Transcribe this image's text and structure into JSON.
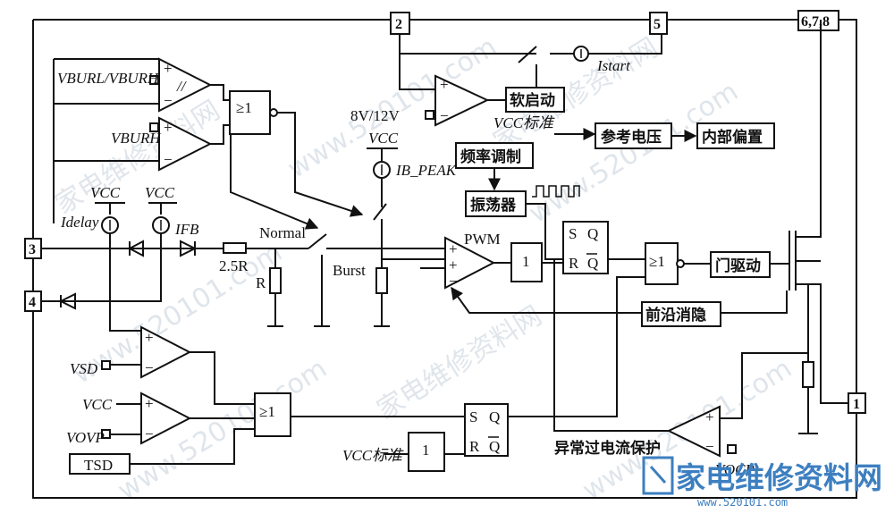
{
  "pins": {
    "p2": "2",
    "p5": "5",
    "p678": "6,7,8",
    "p3": "3",
    "p4": "4",
    "p1": "1"
  },
  "blocks": {
    "soft_start": "软启动",
    "freq_mod": "频率调制",
    "oscillator": "振荡器",
    "ref_voltage": "参考电压",
    "internal_bias": "内部偏置",
    "gate_drive": "门驱动",
    "leading_edge_blank": "前沿消隐",
    "abnormal_ocp": "异常过电流保护",
    "tsd": "TSD"
  },
  "gates": {
    "or": "≥1",
    "not": "1"
  },
  "flipflop": {
    "s": "S",
    "r": "R",
    "q": "Q",
    "qbar": "Q"
  },
  "labels": {
    "v_burl_burh": "VBURL/VBURH",
    "v_burh": "VBURH",
    "v_8_12": "8V/12V",
    "vcc_std": "VCC标准",
    "vcc": "VCC",
    "i_b_peak": "IB_PEAK",
    "i_start": "Istart",
    "i_delay": "Idelay",
    "i_fb": "IFB",
    "normal": "Normal",
    "burst": "Burst",
    "pwm": "PWM",
    "r25": "2.5R",
    "r": "R",
    "v_sd": "VSD",
    "v_ovp": "VOVP",
    "v_ocp": "VOCP",
    "plus": "+",
    "minus": "−"
  },
  "watermark": {
    "site": "www.520101.com",
    "site_cn": "家电维修资料网",
    "logo": "家电维修资料网",
    "logo_sub": "www.520101.com"
  }
}
